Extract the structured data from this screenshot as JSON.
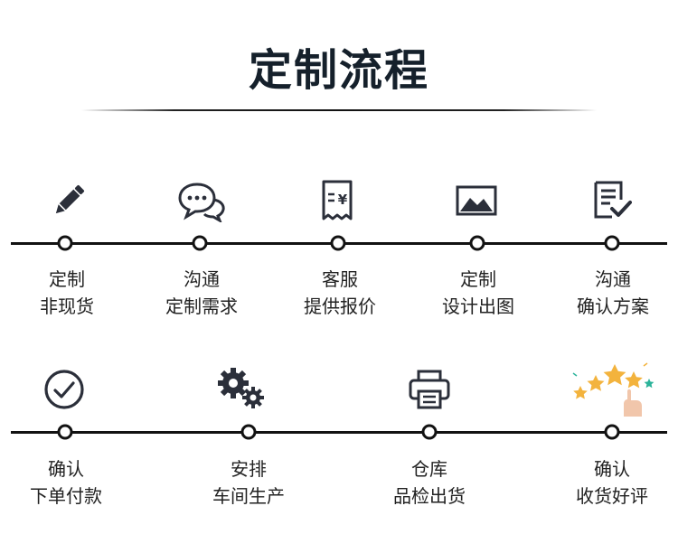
{
  "header": {
    "title": "定制流程"
  },
  "row1": [
    {
      "line1": "定制",
      "line2": "非现货",
      "icon": "pencil-icon"
    },
    {
      "line1": "沟通",
      "line2": "定制需求",
      "icon": "chat-icon"
    },
    {
      "line1": "客服",
      "line2": "提供报价",
      "icon": "receipt-icon"
    },
    {
      "line1": "定制",
      "line2": "设计出图",
      "icon": "image-icon"
    },
    {
      "line1": "沟通",
      "line2": "确认方案",
      "icon": "checklist-icon"
    }
  ],
  "row2": [
    {
      "line1": "确认",
      "line2": "下单付款",
      "icon": "check-circle-icon"
    },
    {
      "line1": "安排",
      "line2": "车间生产",
      "icon": "gears-icon"
    },
    {
      "line1": "仓库",
      "line2": "品检出货",
      "icon": "printer-icon"
    },
    {
      "line1": "确认",
      "line2": "收货好评",
      "icon": "stars-rating-icon"
    }
  ],
  "colors": {
    "ink": "#121212",
    "title": "#15202b",
    "icon": "#2b2f3a",
    "star": "#f3b33d",
    "star_accent": "#2bb39a"
  }
}
